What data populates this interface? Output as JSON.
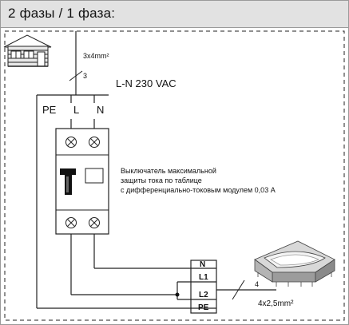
{
  "header": {
    "title": "2 фазы / 1 фаза:"
  },
  "diagram": {
    "cable_in": {
      "section": "3x4mm²",
      "cores": "3"
    },
    "supply": "L-N 230 VAC",
    "input_terminals": [
      "PE",
      "L",
      "N"
    ],
    "breaker_note": [
      "Выключатель максимальной",
      "защиты тока по таблице",
      "с дифференциально-токовым модулем 0,03 А"
    ],
    "output_terminals": [
      "N",
      "L1",
      "L2",
      "PE"
    ],
    "cable_out": {
      "section": "4x2,5mm²",
      "cores": "4"
    }
  },
  "icons": [
    "house-icon",
    "bathtub-icon",
    "screw-terminal-icon",
    "switch-lever-icon"
  ]
}
